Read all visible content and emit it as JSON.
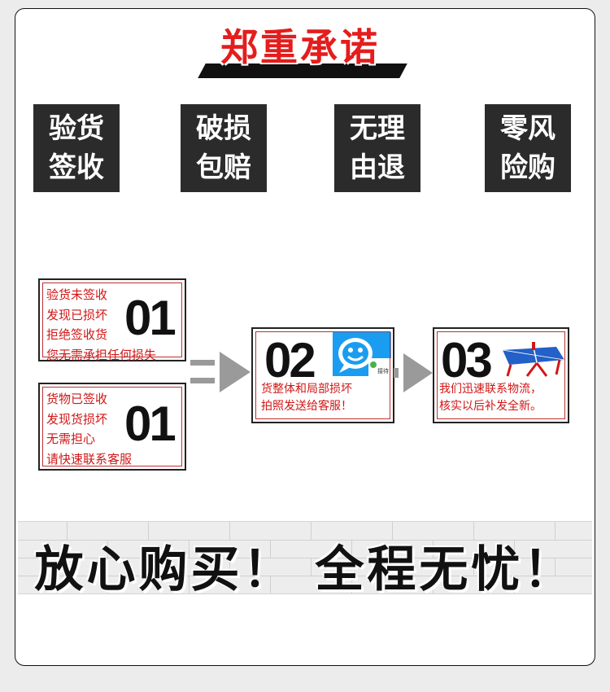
{
  "title": "郑重承诺",
  "promises": [
    {
      "line1": "验货",
      "line2": "签收"
    },
    {
      "line1": "破损",
      "line2": "包赔"
    },
    {
      "line1": "无理",
      "line2": "由退"
    },
    {
      "line1": "零风",
      "line2": "险购"
    }
  ],
  "steps": {
    "step1a": {
      "number": "01",
      "lines": [
        "验货未签收",
        "发现已损坏",
        "拒绝签收货",
        "您无需承担任何损失"
      ]
    },
    "step1b": {
      "number": "01",
      "lines": [
        "货物已签收",
        "发现货损坏",
        "无需担心",
        "请快速联系客服"
      ]
    },
    "step2": {
      "number": "02",
      "lines": [
        "货整体和局部损坏",
        "拍照发送给客服！"
      ],
      "icon": "wangwang-chat-icon",
      "icon_label": "接待"
    },
    "step3": {
      "number": "03",
      "lines": [
        "我们迅速联系物流，",
        "核实以后补发全新。"
      ],
      "icon": "ping-pong-table-icon"
    }
  },
  "banner": "放心购买！ 全程无忧！",
  "colors": {
    "accent_red": "#e41d1d",
    "box_dark": "#2b2b2b",
    "arrow_gray": "#9a9a9a",
    "icon_blue": "#1a9df0"
  }
}
